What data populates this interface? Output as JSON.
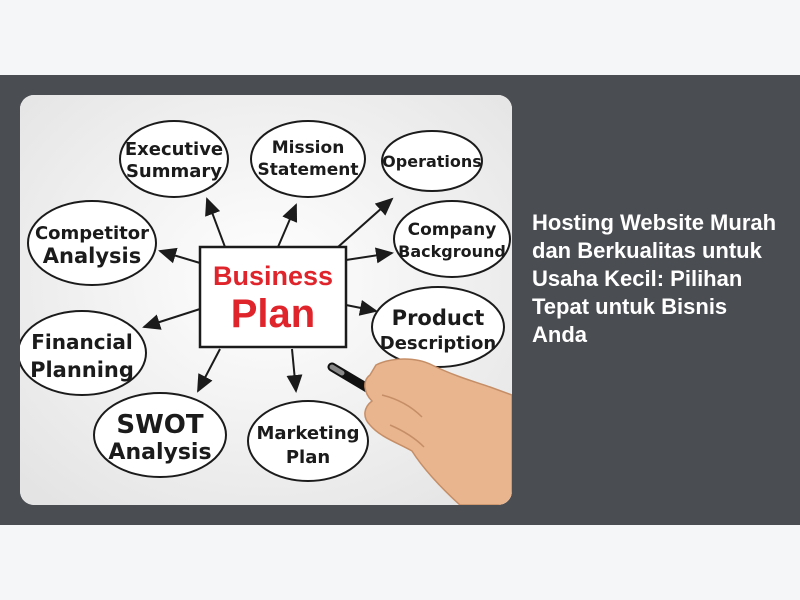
{
  "post": {
    "title": "Hosting Website Murah dan Berkualitas untuk Usaha Kecil: Pilihan Tepat untuk Bisnis Anda"
  },
  "featured_image": {
    "center_line1": "Business",
    "center_line2": "Plan",
    "bubbles": {
      "executive_summary": [
        "Executive",
        "Summary"
      ],
      "mission_statement": [
        "Mission",
        "Statement"
      ],
      "operations": [
        "Operations"
      ],
      "competitor_analysis": [
        "Competitor",
        "Analysis"
      ],
      "company_background": [
        "Company",
        "Background"
      ],
      "financial_planning": [
        "Financial",
        "Planning"
      ],
      "product_description": [
        "Product",
        "Description"
      ],
      "swot_analysis": [
        "SWOT",
        "Analysis"
      ],
      "marketing_plan": [
        "Marketing",
        "Plan"
      ]
    },
    "colors": {
      "center_text": "#e0242b",
      "ink": "#1b1b1b",
      "banner_bg": "#4a4d52"
    }
  }
}
